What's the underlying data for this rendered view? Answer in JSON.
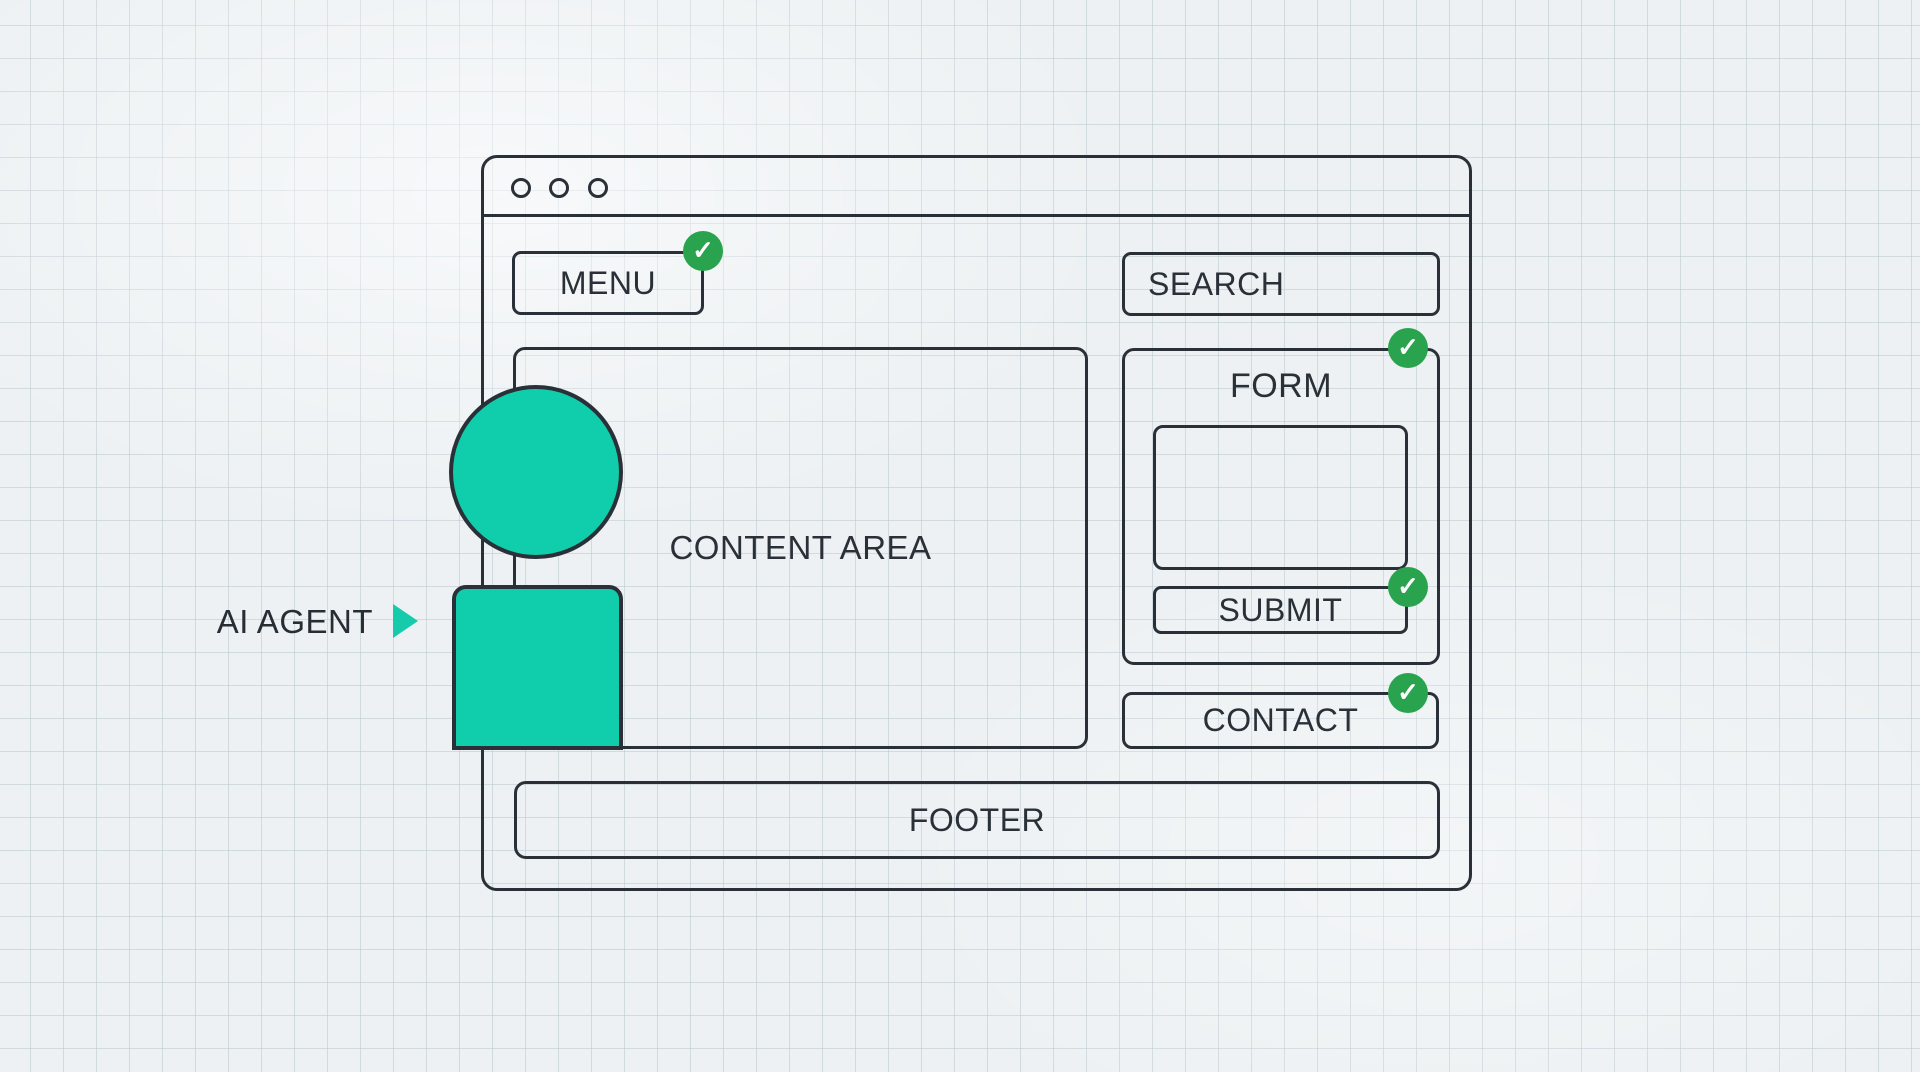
{
  "scene": {
    "agent_label": "AI AGENT"
  },
  "window": {
    "menu_label": "MENU",
    "search_label": "SEARCH",
    "content_label": "CONTENT AREA",
    "form_label": "FORM",
    "submit_label": "SUBMIT",
    "contact_label": "CONTACT",
    "footer_label": "FOOTER"
  },
  "icons": {
    "check": "✓",
    "pointer": "▶",
    "window_dot": "○"
  },
  "colors": {
    "agent_teal": "#10ceab",
    "check_green": "#2aa34e",
    "outline_dark": "#2a3038",
    "background": "#edf1f3"
  }
}
